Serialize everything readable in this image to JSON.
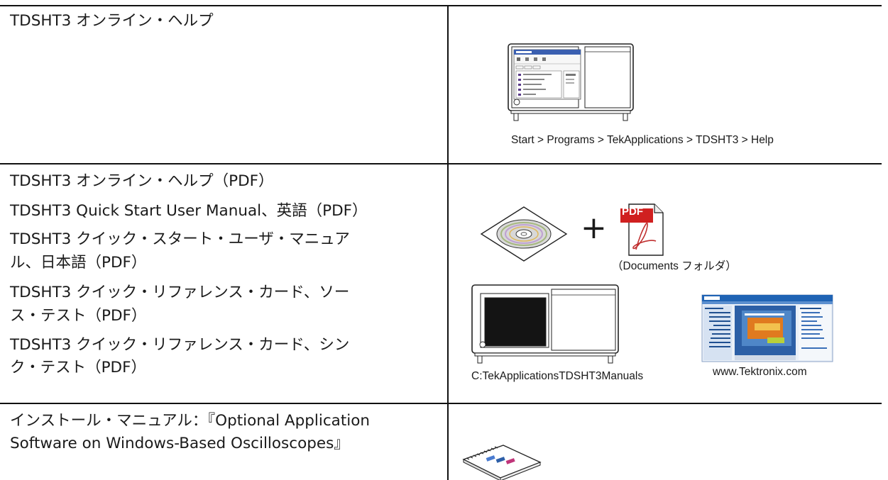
{
  "rows": [
    {
      "items": [
        "TDSHT3 オンライン・ヘルプ"
      ],
      "caption": "Start > Programs > TekApplications > TDSHT3 > Help"
    },
    {
      "items": [
        "TDSHT3 オンライン・ヘルプ（PDF）",
        "TDSHT3 Quick Start User Manual、英語（PDF）",
        "TDSHT3 クイック・スタート・ユーザ・マニュア",
        "ル、日本語（PDF）",
        "TDSHT3 クイック・リファレンス・カード、ソー",
        "ス・テスト（PDF）",
        "TDSHT3 クイック・リファレンス・カード、シン",
        "ク・テスト（PDF）"
      ],
      "plus_sign": "+",
      "pdf_badge": "PDF",
      "documents_caption": "（Documents フォルダ）",
      "path_caption": "C:TekApplicationsTDSHT3Manuals",
      "web_caption": "www.Tektronix.com"
    },
    {
      "items": [
        "インストール・マニュアル：『Optional Application",
        "Software on Windows-Based Oscilloscopes』"
      ]
    }
  ],
  "icons": {
    "row1": "oscilloscope-help-screen-icon",
    "cd": "cd-disc-icon",
    "pdf": "pdf-file-icon",
    "scope": "oscilloscope-icon",
    "web": "tektronix-website-icon",
    "manual": "spiral-manual-icon"
  },
  "colors": {
    "pdf_red": "#d02020",
    "web_blue": "#1f63b4",
    "web_orange": "#e07a1f"
  }
}
